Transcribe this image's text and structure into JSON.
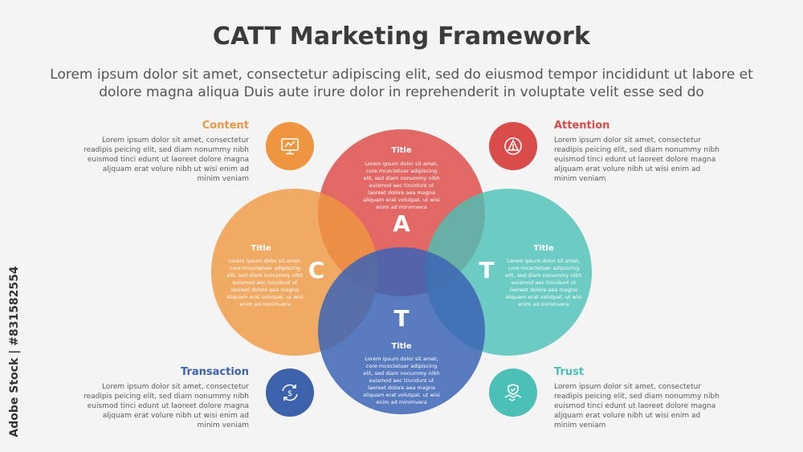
{
  "title": "CATT Marketing Framework",
  "subtitle": "Lorem ipsum dolor sit amet, consectetur adipiscing elit, sed do eiusmod tempor incididunt ut labore et dolore magna aliqua Duis aute irure dolor in reprehenderit in voluptate velit esse sed do",
  "colors": {
    "content": "#f0953f",
    "attention": "#d94c4a",
    "trust": "#4ac0b7",
    "transaction": "#3b62ab"
  },
  "sections": {
    "content": {
      "heading": "Content",
      "desc": "Lorem ipsum dolor sit amet, consectetur readipis peicing elit, sed diam nonummy nibh euismod tinci edunt ut laoreet dolore magna aljquam erat volure nibh ut wisi enim ad minim veniam",
      "icon": "computer-monitor-icon"
    },
    "attention": {
      "heading": "Attention",
      "desc": "Lorem ipsum dolor sit amet, consectetur readipis peicing elit, sed diam nonummy nibh euismod tinci edunt ut laoreet dolore magna aljquam erat volure nibh ut wisi enim ad minim veniam",
      "icon": "warning-icon"
    },
    "transaction": {
      "heading": "Transaction",
      "desc": "Lorem ipsum dolor sit amet, consectetur readipis peicing elit, sed diam nonummy nibh euismod tinci edunt ut laoreet dolore magna aljquam erat volure nibh ut wisi enim ad minim veniam",
      "icon": "money-cycle-icon"
    },
    "trust": {
      "heading": "Trust",
      "desc": "Lorem ipsum dolor sit amet, consectetur readipis peicing elit, sed diam nonummy nibh euismod tinci edunt ut laoreet dolore magna aljquam erat volure nibh ut wisi enim ad minim veniam",
      "icon": "handshake-icon"
    }
  },
  "venn": {
    "attention": {
      "letter": "A",
      "title": "Title",
      "body": "Lorem ipsum dolor sit amet, core mcectetuer adipiscing elit, sed diam nonummy nibh euismod aec tincidunt ut laoreet dolore aea magna aliquam erat volutpat. ut wisi enim ad minimvera"
    },
    "content": {
      "letter": "C",
      "title": "Title",
      "body": "Lorem ipsum dolor sit amet, core mcectetuer adipiscing elit, sed diam nonummy nibh euismod aec tincidunt ut laoreet dolore aea magna aliquam erat volutpat. ut wisi enim ad minimvera"
    },
    "trust": {
      "letter": "T",
      "title": "Title",
      "body": "Lorem ipsum dolor sit amet, core mcectetuer adipiscing elit, sed diam nonummy nibh euismod aec tincidunt ut laoreet dolore aea magna aliquam erat volutpat. ut wisi enim ad minimvera"
    },
    "transaction": {
      "letter": "T",
      "title": "Title",
      "body": "Lorem ipsum dolor sit amet, core mcectetuer adipiscing elit, sed diam nonummy nibh euismod aec tincidunt ut laoreet dolore aea magna aliquam erat volutpat. ut wisi enim ad minimvera"
    }
  },
  "watermark": "Adobe Stock | #831582554"
}
